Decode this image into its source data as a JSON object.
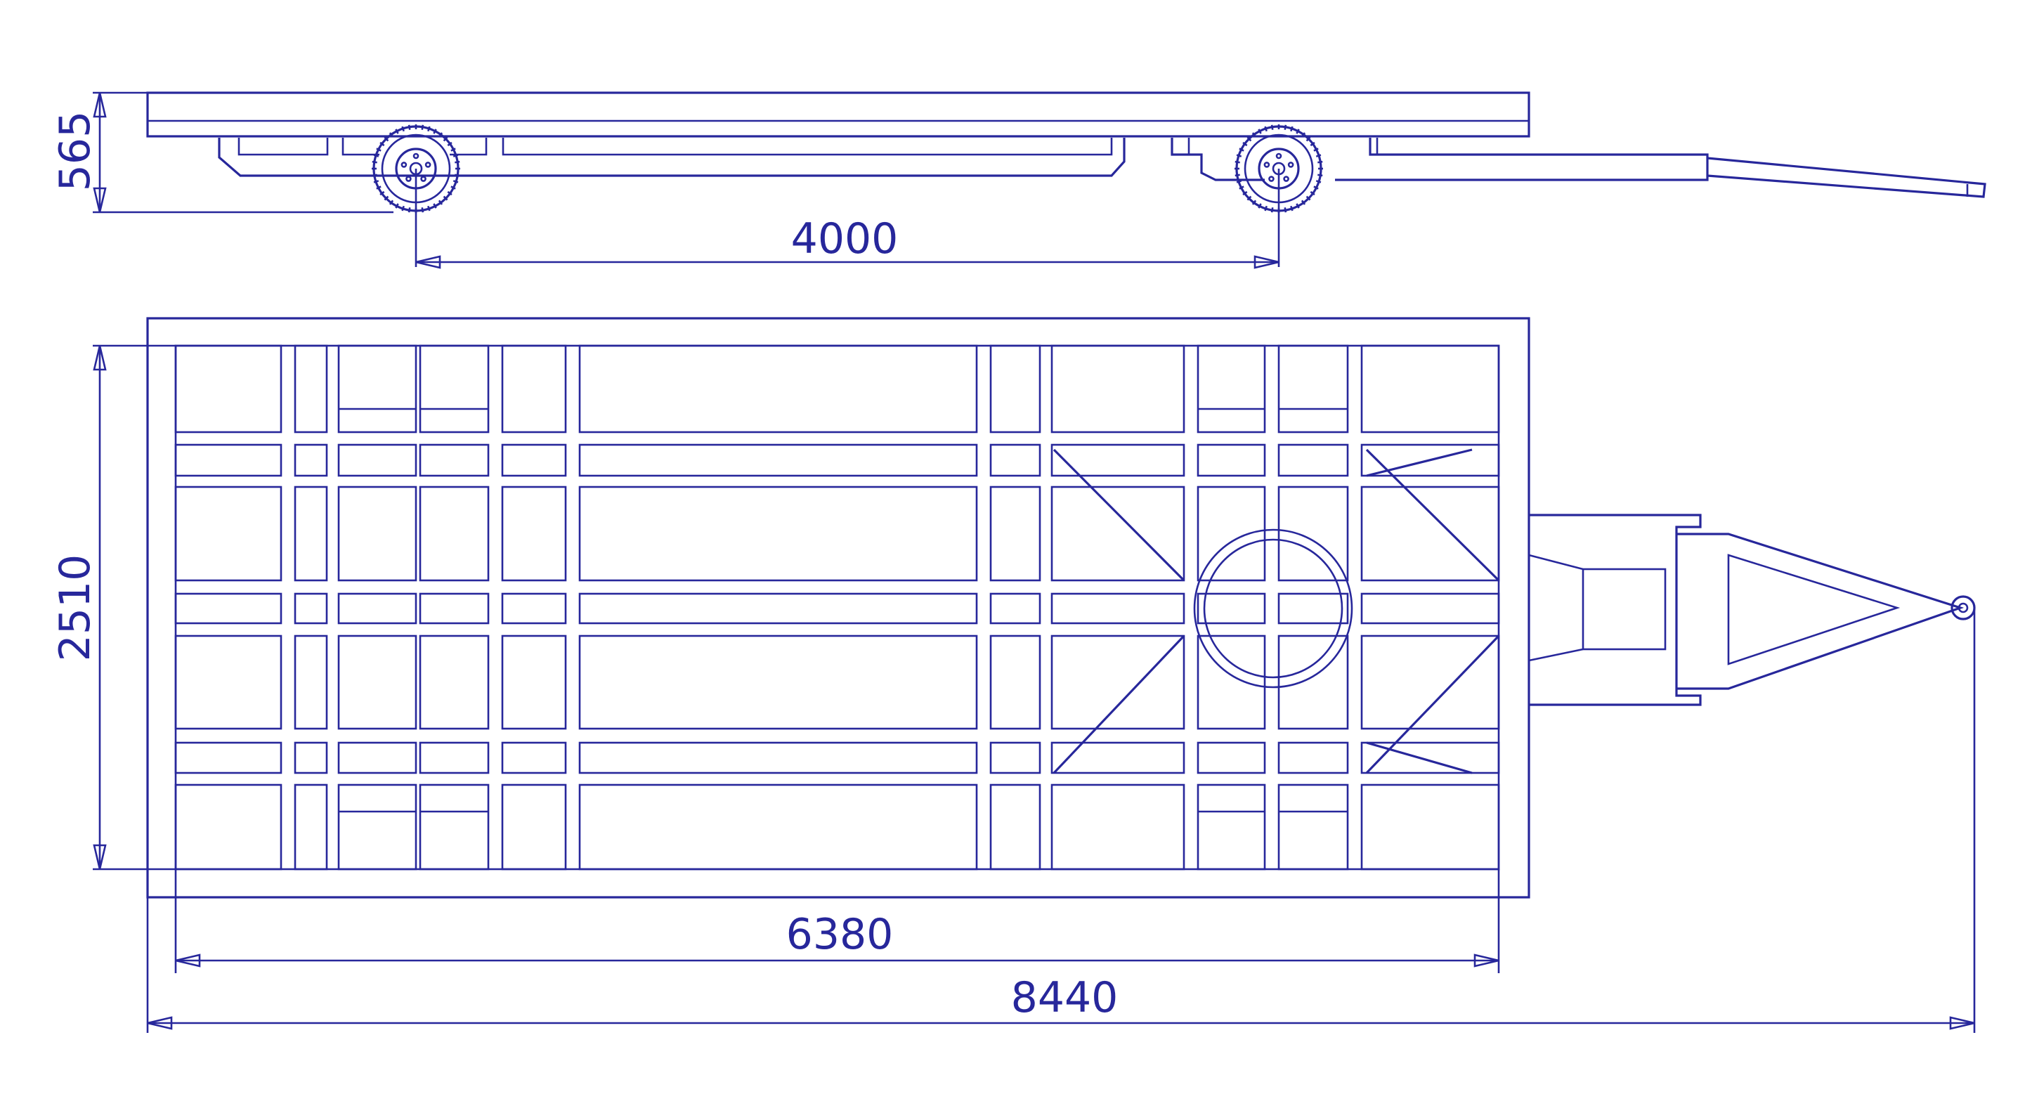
{
  "colors": {
    "line": "#27279b",
    "background": "#ffffff"
  },
  "dimensions": {
    "height": "565",
    "wheelbase": "4000",
    "width": "2510",
    "platform_length": "6380",
    "overall_length": "8440"
  }
}
